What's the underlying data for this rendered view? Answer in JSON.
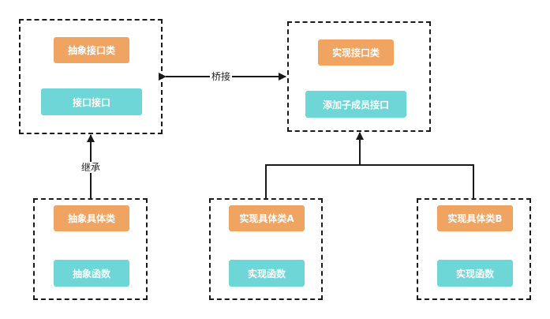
{
  "colors": {
    "orange": "#f0a462",
    "teal": "#6fd6d8",
    "line": "#1a1a1a"
  },
  "groups": {
    "abstraction": {
      "class_label": "抽象接口类",
      "interface_label": "接口接口"
    },
    "implementor": {
      "class_label": "实现接口类",
      "method_label": "添加子成员接口"
    },
    "refined_abstraction": {
      "class_label": "抽象具体类",
      "method_label": "抽象函数"
    },
    "concrete_a": {
      "class_label": "实现具体类A",
      "method_label": "实现函数"
    },
    "concrete_b": {
      "class_label": "实现具体类B",
      "method_label": "实现函数"
    }
  },
  "relations": {
    "bridge_label": "桥接",
    "inherit_label": "继承"
  }
}
